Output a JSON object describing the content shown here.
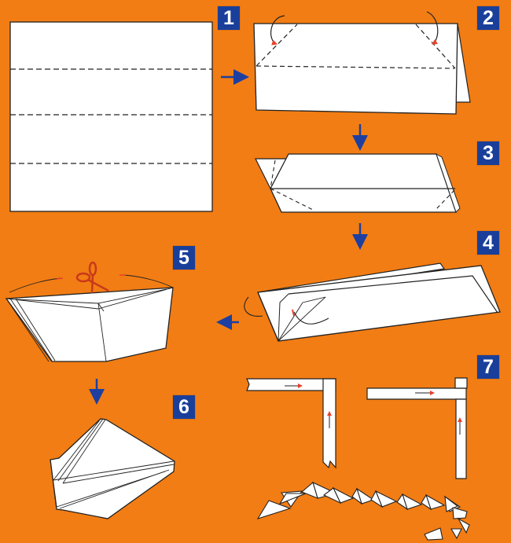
{
  "diagram": {
    "subject": "Origami snake folding instructions",
    "background_color": "#f27d14",
    "badge_color": "#1a3f9a",
    "arrow_color": "#1e3fa0",
    "accent_arrow_color": "#e8402a",
    "steps": [
      {
        "number": "1",
        "description": "Square sheet with three horizontal dashed fold lines"
      },
      {
        "number": "2",
        "description": "Folded rectangle, corners folded back along diagonal dashed lines"
      },
      {
        "number": "3",
        "description": "Parallelogram strip with diagonal creases"
      },
      {
        "number": "4",
        "description": "Long folded strip, opening fold shown with curved arrows"
      },
      {
        "number": "5",
        "description": "Folded unit with scissors indicating cut at top"
      },
      {
        "number": "6",
        "description": "Finished triangular module with layered folds"
      },
      {
        "number": "7",
        "description": "Strips interlocked at right angles, forming a chain of triangular segments (snake)"
      }
    ],
    "icons": [
      "scissors-icon",
      "arrow-right-icon",
      "arrow-down-icon",
      "arrow-left-icon",
      "curved-fold-arrow-icon"
    ]
  }
}
